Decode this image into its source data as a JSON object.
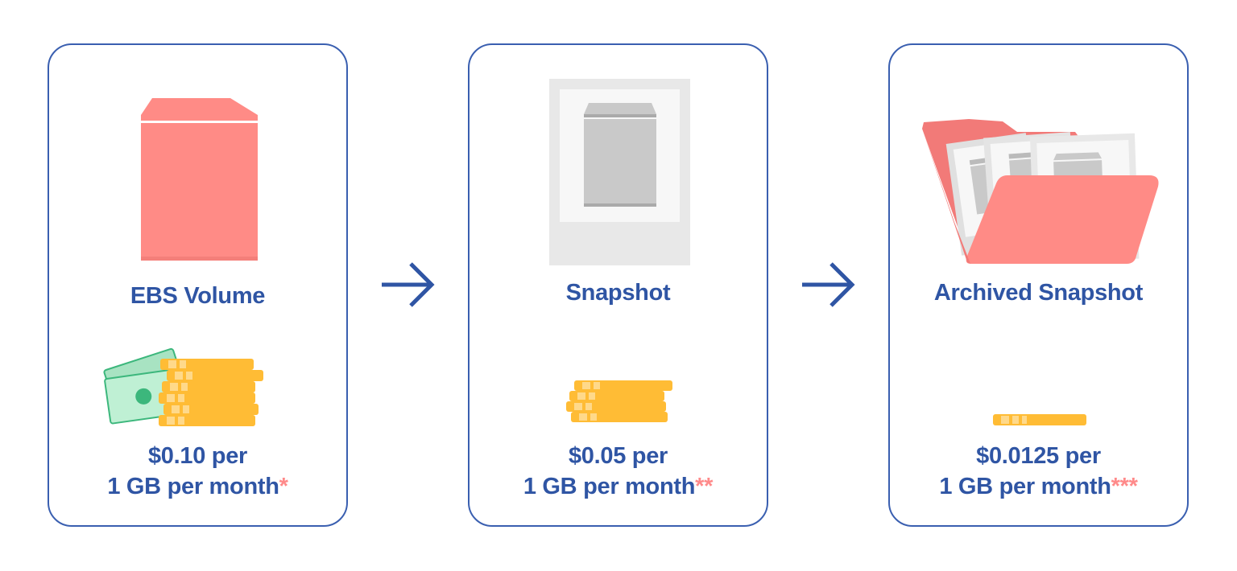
{
  "stages": [
    {
      "title": "EBS Volume",
      "price_line1": "$0.10 per",
      "price_line2": "1 GB per month",
      "asterisk": "*",
      "icon": "volume-icon",
      "cost_icon": "money-stack-icon"
    },
    {
      "title": "Snapshot",
      "price_line1": "$0.05 per",
      "price_line2": "1 GB per month",
      "asterisk": "**",
      "icon": "snapshot-icon",
      "cost_icon": "coin-stack-icon"
    },
    {
      "title": "Archived Snapshot",
      "price_line1": "$0.0125 per",
      "price_line2": "1 GB per month",
      "asterisk": "***",
      "icon": "archive-folder-icon",
      "cost_icon": "single-coin-icon"
    }
  ],
  "colors": {
    "accent": "#2f55a4",
    "border": "#3a5fb0",
    "asterisk": "#ff8a8a",
    "volume": "#ff8b86",
    "coin": "#ffbc35",
    "snapshot_frame": "#e8e8e8",
    "snapshot_drive": "#c9c9c9",
    "banknote": "#a8e3c2"
  }
}
